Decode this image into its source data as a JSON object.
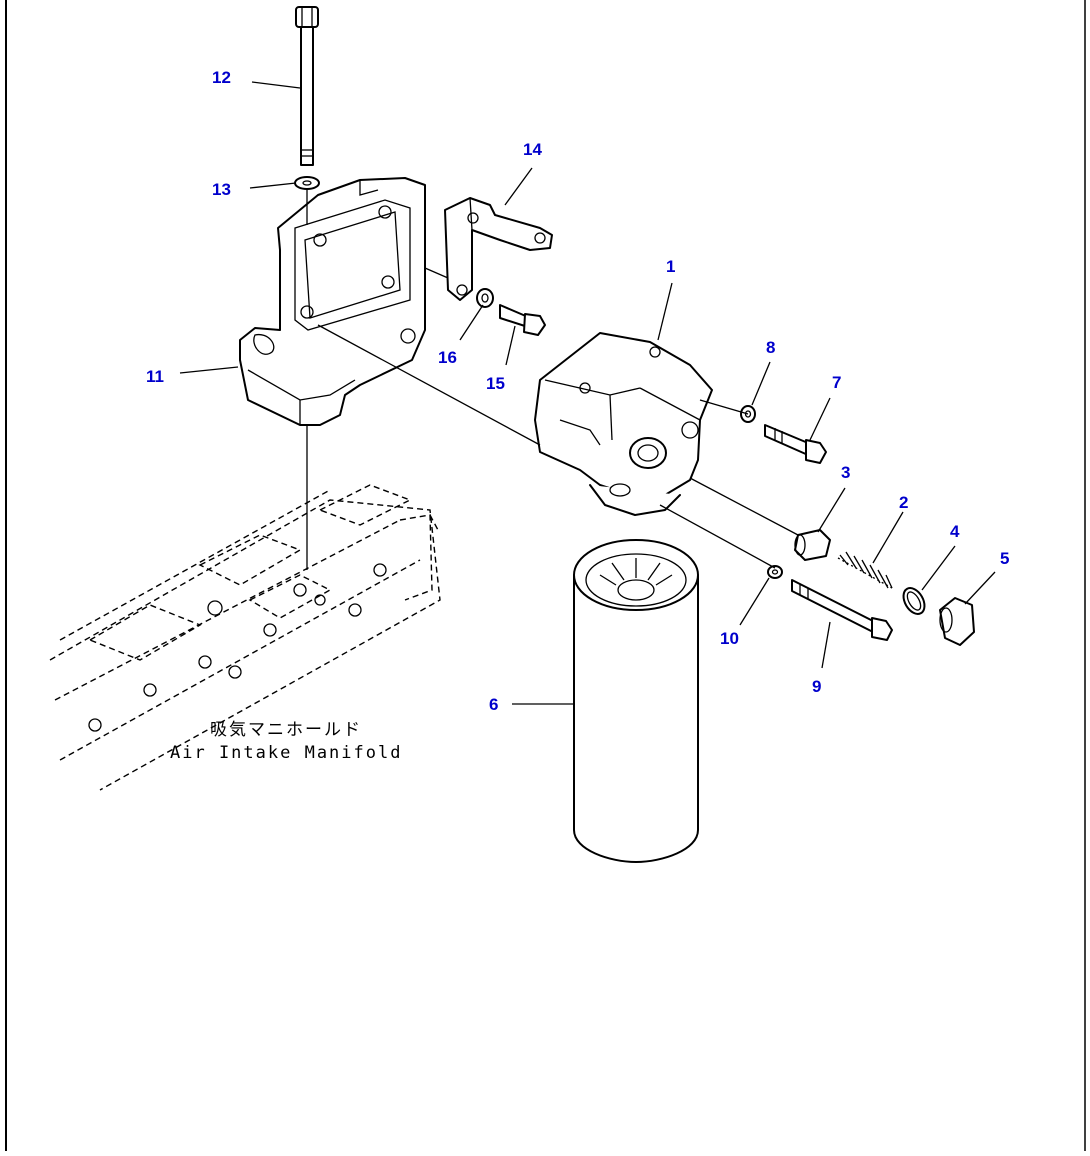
{
  "callouts": [
    "1",
    "2",
    "3",
    "4",
    "5",
    "6",
    "7",
    "8",
    "9",
    "10",
    "11",
    "12",
    "13",
    "14",
    "15",
    "16"
  ],
  "caption": {
    "jp": "吸気マニホールド",
    "en": "Air Intake Manifold"
  },
  "colors": {
    "callout": "#0000cc",
    "line": "#000000",
    "background": "#ffffff"
  }
}
